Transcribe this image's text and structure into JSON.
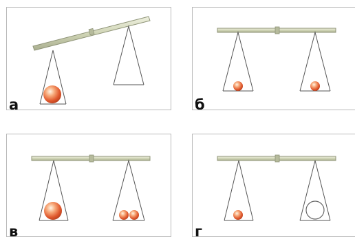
{
  "panels": [
    {
      "id": "a",
      "label": "а",
      "beam_tilt": "left-down",
      "left_pan": [
        {
          "type": "ball",
          "size": "large"
        }
      ],
      "right_pan": []
    },
    {
      "id": "b",
      "label": "б",
      "beam_tilt": "level",
      "left_pan": [
        {
          "type": "ball",
          "size": "small"
        }
      ],
      "right_pan": [
        {
          "type": "ball",
          "size": "small"
        }
      ]
    },
    {
      "id": "v",
      "label": "в",
      "beam_tilt": "level",
      "left_pan": [
        {
          "type": "ball",
          "size": "large"
        }
      ],
      "right_pan": [
        {
          "type": "ball",
          "size": "small"
        },
        {
          "type": "ball",
          "size": "small"
        }
      ]
    },
    {
      "id": "g",
      "label": "г",
      "beam_tilt": "level",
      "left_pan": [
        {
          "type": "ball",
          "size": "small"
        }
      ],
      "right_pan": [
        {
          "type": "ball-outline",
          "size": "large"
        }
      ]
    }
  ],
  "colors": {
    "beam": "#d4d8bd",
    "frame": "#555555",
    "ball": "#e06a3c"
  }
}
